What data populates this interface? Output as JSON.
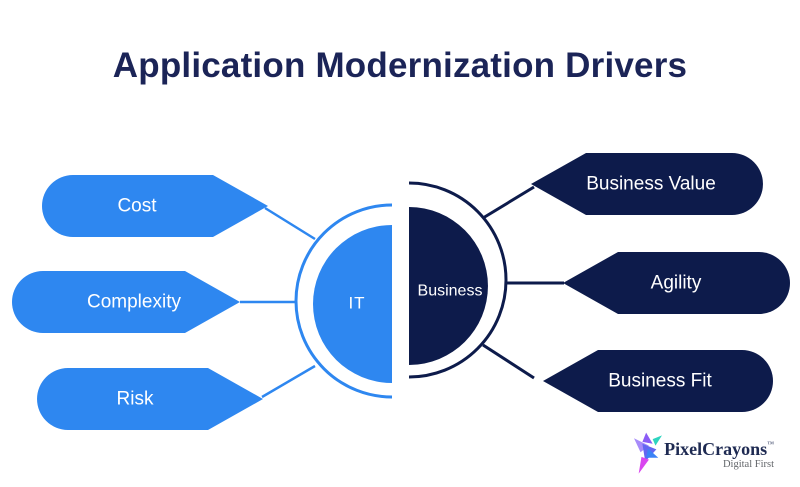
{
  "title": "Application Modernization Drivers",
  "colors": {
    "blue": "#2E87F0",
    "navy": "#0D1B4B",
    "title_text": "#1B2457",
    "label_text": "#FFFFFF"
  },
  "diagram": {
    "center": {
      "left": {
        "label": "IT"
      },
      "right": {
        "label": "Business"
      }
    },
    "left_drivers": [
      {
        "label": "Cost"
      },
      {
        "label": "Complexity"
      },
      {
        "label": "Risk"
      }
    ],
    "right_drivers": [
      {
        "label": "Business Value"
      },
      {
        "label": "Agility"
      },
      {
        "label": "Business Fit"
      }
    ]
  },
  "logo": {
    "brand": "PixelCrayons",
    "trademark": "™",
    "tagline": "Digital First"
  }
}
